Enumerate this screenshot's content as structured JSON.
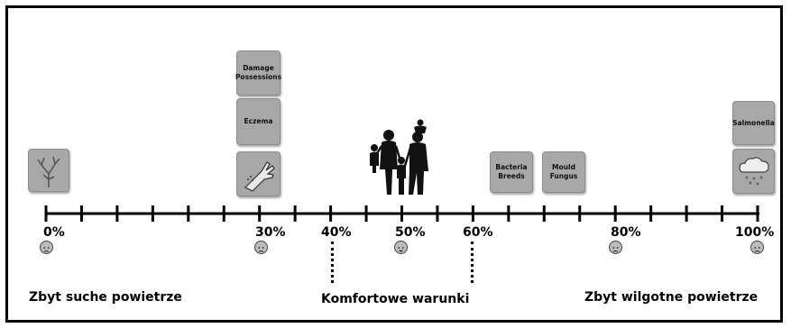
{
  "scale": {
    "ticks": [
      "0%",
      "30%",
      "40%",
      "50%",
      "60%",
      "80%",
      "100%"
    ]
  },
  "boxes": {
    "damage_possessions": "Damage Possessions",
    "eczema": "Eczema",
    "bacteria_breeds": "Bacteria Breeds",
    "mould_fungus": "Mould Fungus",
    "salmonella": "Salmonella"
  },
  "captions": {
    "too_dry": "Zbyt suche powietrze",
    "comfortable": "Komfortowe warunki",
    "too_humid": "Zbyt wilgotne powietrze"
  },
  "icons": {
    "dry_tree": "dead-tree-icon",
    "glove": "glove-spray-icon",
    "family": "family-icon",
    "rain_cloud": "rain-cloud-icon"
  },
  "faces": {
    "0": "sad",
    "30": "sad",
    "50": "happy",
    "80": "sad",
    "100": "sad"
  }
}
